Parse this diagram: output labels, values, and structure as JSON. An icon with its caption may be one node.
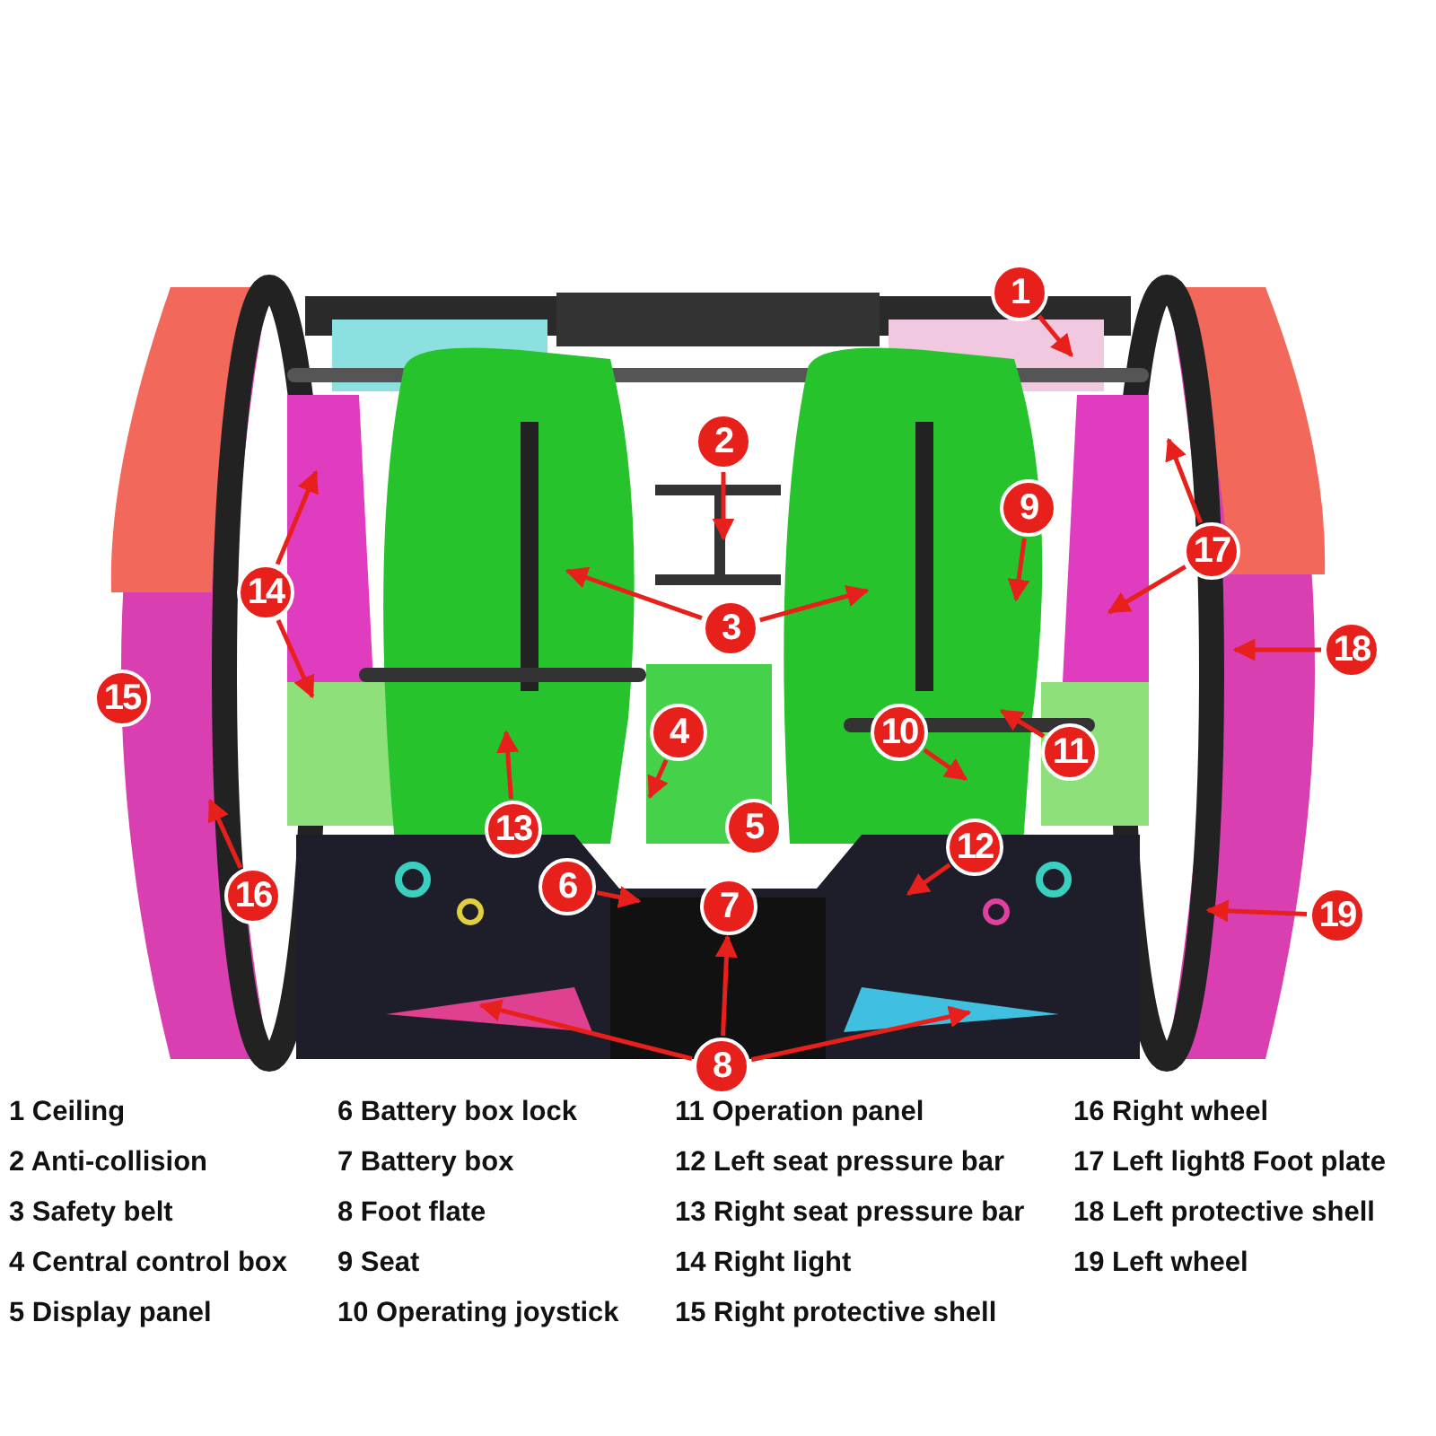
{
  "diagram": {
    "nodes": [
      {
        "text": [
          "1"
        ]
      },
      {
        "text": [
          "2"
        ]
      },
      {
        "text": [
          "3"
        ]
      },
      {
        "text": [
          "4"
        ]
      },
      {
        "text": [
          "5"
        ]
      },
      {
        "text": [
          "6"
        ]
      },
      {
        "text": [
          "7"
        ]
      },
      {
        "text": [
          "8"
        ]
      },
      {
        "text": [
          "9"
        ]
      },
      {
        "text": [
          "10"
        ]
      },
      {
        "text": [
          "11"
        ]
      },
      {
        "text": [
          "12"
        ]
      },
      {
        "text": [
          "13"
        ]
      },
      {
        "text": [
          "14"
        ]
      },
      {
        "text": [
          "15"
        ]
      },
      {
        "text": [
          "16"
        ]
      },
      {
        "text": [
          "17"
        ]
      },
      {
        "text": [
          "18"
        ]
      },
      {
        "text": [
          "19"
        ]
      }
    ],
    "edges": [
      {
        "from": 0,
        "to": null,
        "arrow": "to"
      },
      {
        "from": 1,
        "to": null,
        "arrow": "to"
      },
      {
        "from": 2,
        "to": null,
        "arrow": "to"
      },
      {
        "from": 2,
        "to": null,
        "arrow": "to"
      },
      {
        "from": 3,
        "to": null,
        "arrow": "to"
      },
      {
        "from": 5,
        "to": null,
        "arrow": "to"
      },
      {
        "from": 7,
        "to": 6,
        "arrow": "to"
      },
      {
        "from": 7,
        "to": null,
        "arrow": "to"
      },
      {
        "from": 7,
        "to": null,
        "arrow": "to"
      },
      {
        "from": 8,
        "to": null,
        "arrow": "to"
      },
      {
        "from": 9,
        "to": null,
        "arrow": "to"
      },
      {
        "from": 10,
        "to": null,
        "arrow": "to"
      },
      {
        "from": 11,
        "to": null,
        "arrow": "to"
      },
      {
        "from": 12,
        "to": null,
        "arrow": "to"
      },
      {
        "from": 13,
        "to": null,
        "arrow": "to"
      },
      {
        "from": 13,
        "to": null,
        "arrow": "to"
      },
      {
        "from": 15,
        "to": null,
        "arrow": "to"
      },
      {
        "from": 16,
        "to": null,
        "arrow": "to"
      },
      {
        "from": 16,
        "to": null,
        "arrow": "to"
      },
      {
        "from": 17,
        "to": null,
        "arrow": "to"
      },
      {
        "from": 18,
        "to": null,
        "arrow": "to"
      }
    ],
    "labels": [
      "1 Ceiling",
      "6 Battery box lock",
      "11 Operation panel",
      "16 Right wheel",
      "2 Anti-collision",
      "7 Battery box",
      "12 Left seat pressure bar",
      "17 Left light8 Foot plate",
      "3 Safety belt",
      "8 Foot flate",
      "13 Right seat pressure bar",
      "18 Left protective shell",
      "4 Central control box",
      "9 Seat",
      "14 Right light",
      "19 Left wheel",
      "5 Display panel",
      "10 Operating joystick",
      "15 Right protective shell"
    ]
  }
}
